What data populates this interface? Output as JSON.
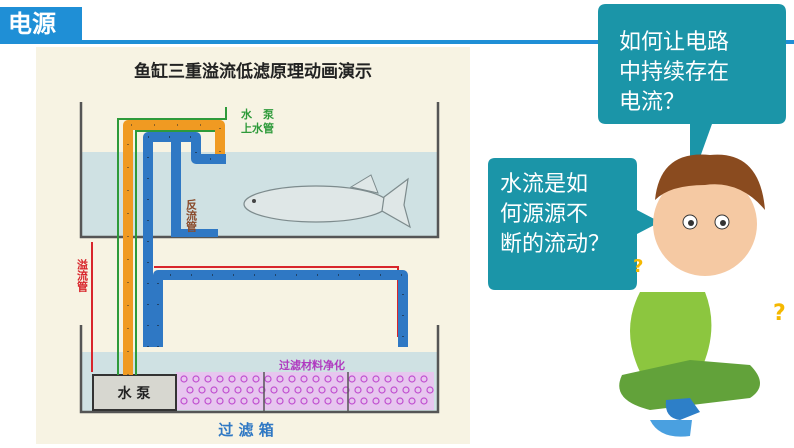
{
  "slide": {
    "title": "电源"
  },
  "diagram": {
    "title": "鱼缸三重溢流低滤原理动画演示",
    "labels": {
      "pump_pipe": "水 泵\n上水管",
      "pump_pipe_line1": "水　泵",
      "pump_pipe_line2": "上水管",
      "return_pipe": "反流管",
      "overflow_pipe": "溢流管",
      "pump": "水 泵",
      "filter_media": "过滤材料净化",
      "filter_box": "过 滤 箱"
    },
    "colors": {
      "panel": "#f7f3e3",
      "water": "#cfe1e3",
      "blue_pipe": "#2f78c4",
      "orange_pipe": "#f09a22",
      "green_line": "#2e9a3a",
      "red_line": "#d8252b",
      "filter": "#c050d0"
    }
  },
  "bubbles": {
    "q1": {
      "l1": "如何让电路",
      "l2": "中持续存在",
      "l3": "电流？"
    },
    "q2": {
      "l1": "水流是如",
      "l2": "何源源不",
      "l3": "断的流动？"
    }
  }
}
